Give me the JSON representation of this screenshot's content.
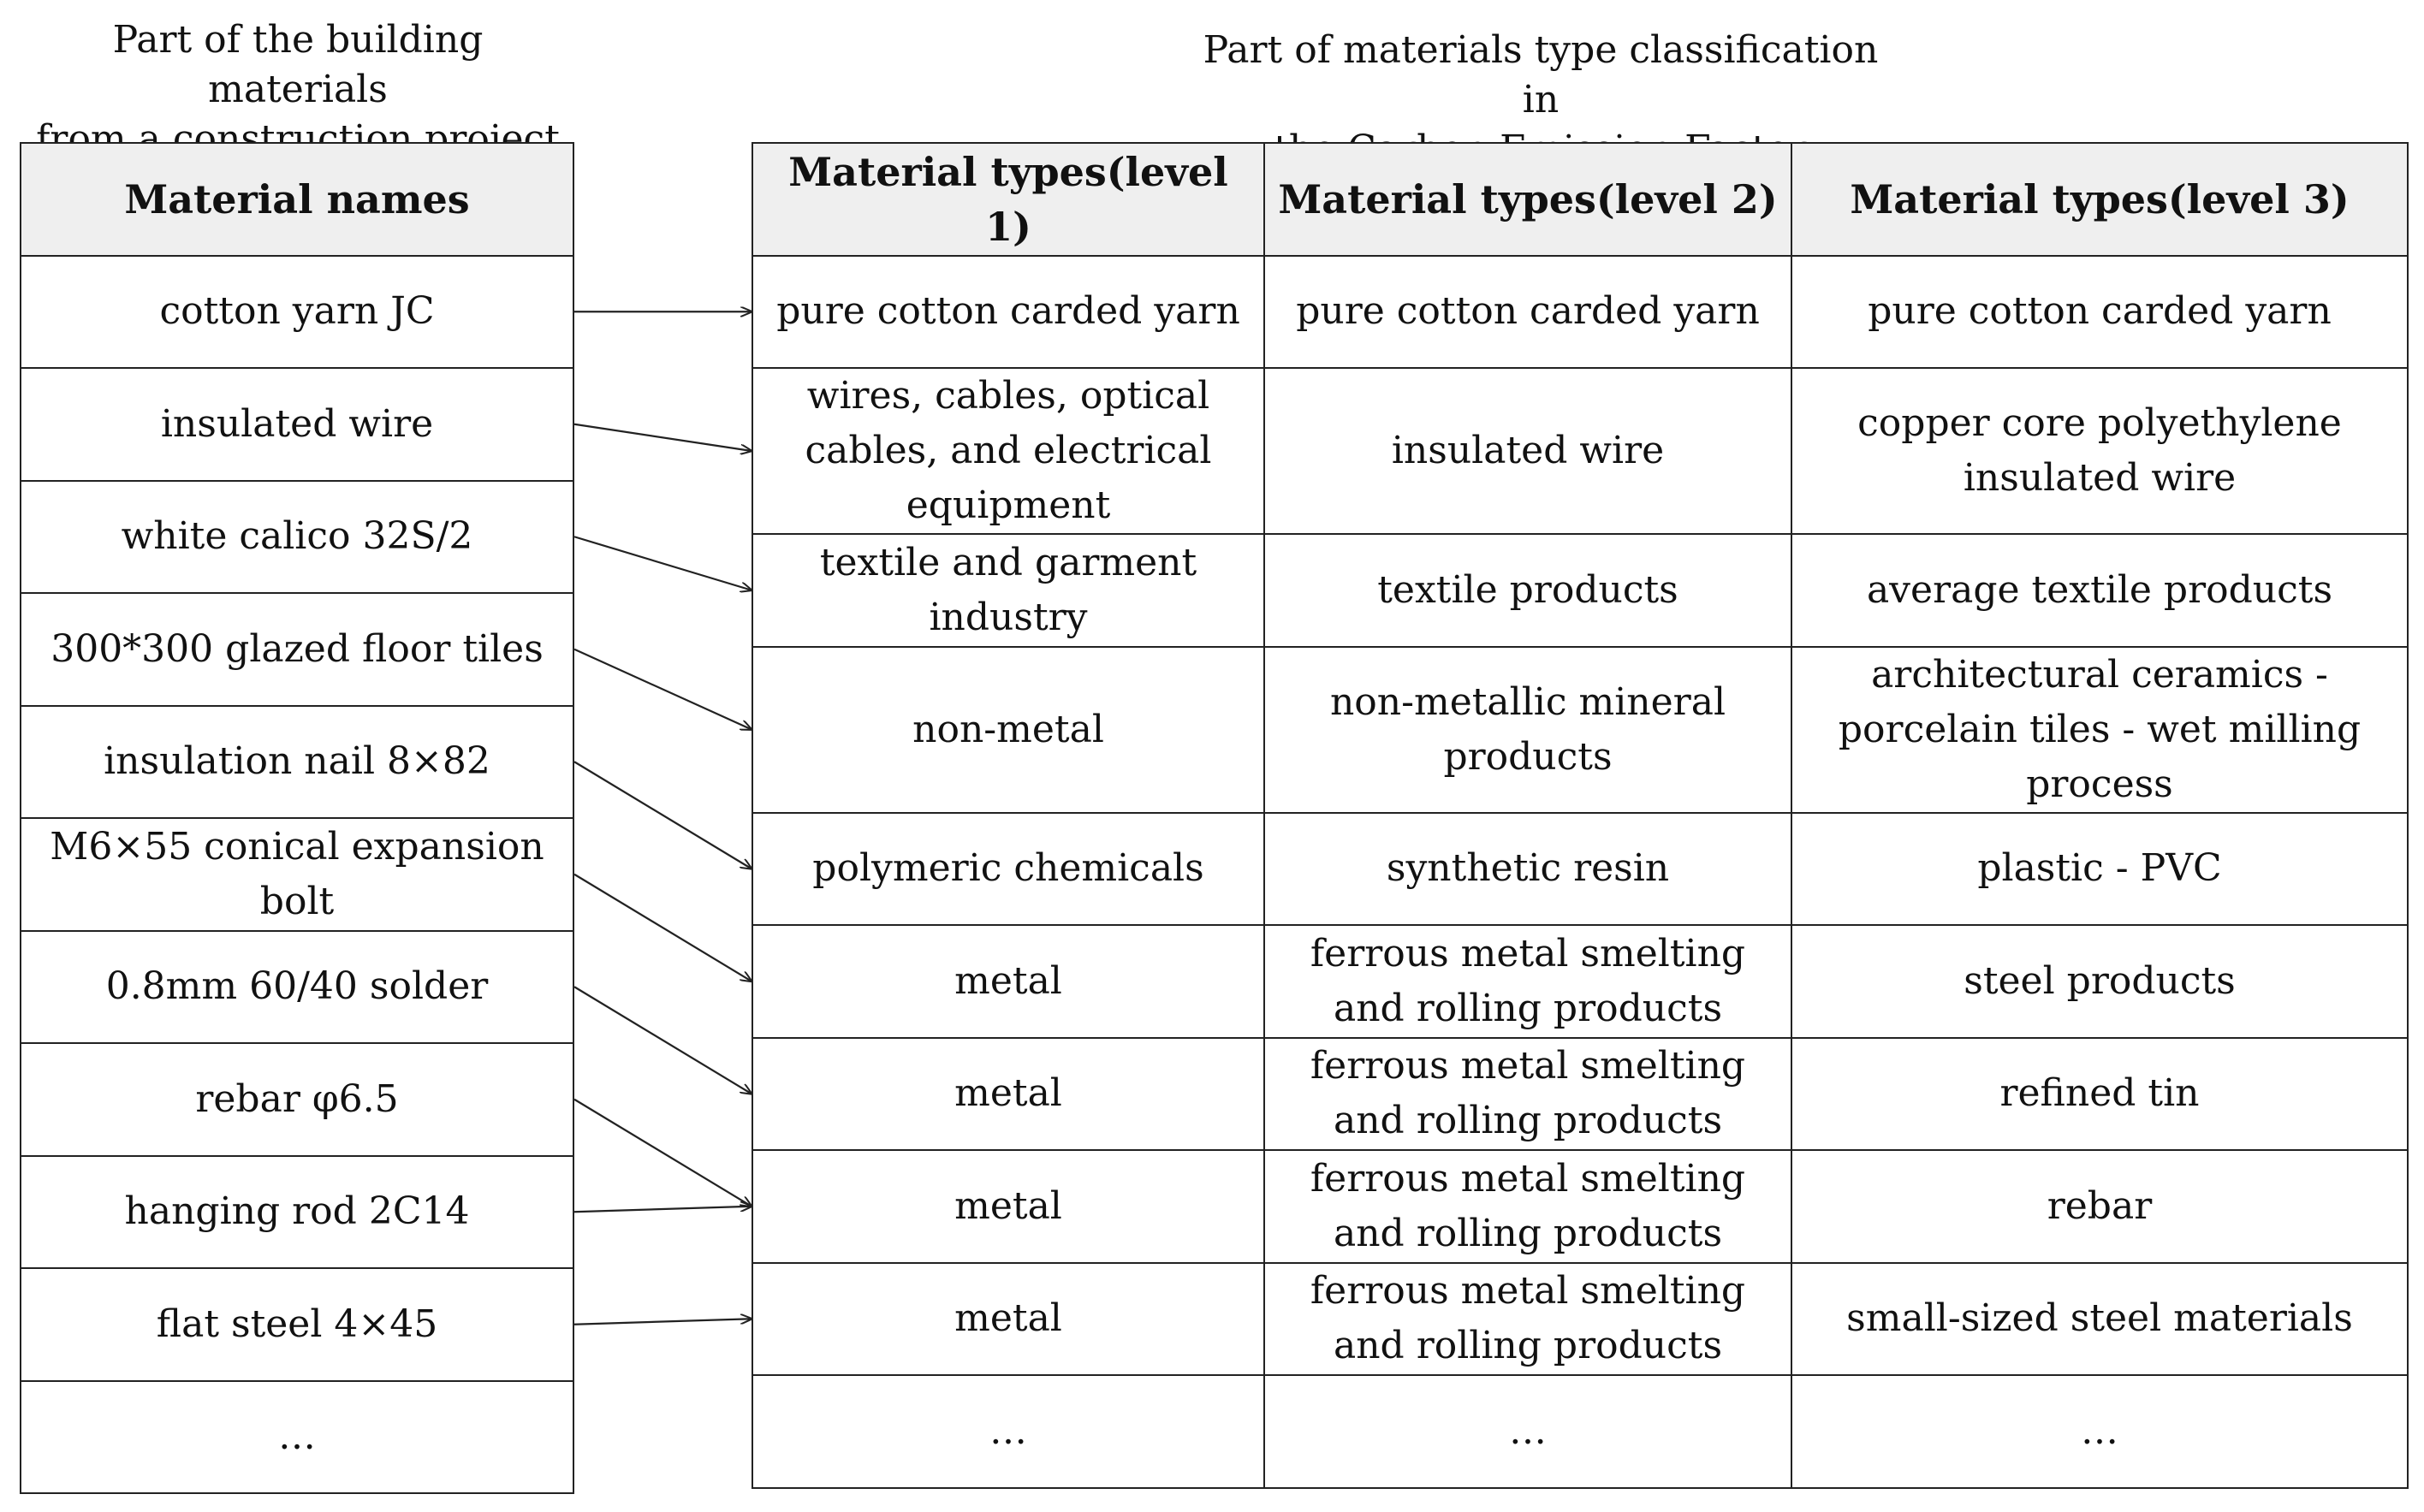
{
  "captions": {
    "left": [
      "Part of the building materials",
      "from a construction project"
    ],
    "right": [
      "Part of materials type classification in",
      "the Carbon Emission Factor Database"
    ]
  },
  "left_table": {
    "header": "Material names",
    "rows": [
      "cotton yarn JC",
      "insulated wire",
      "white calico 32S/2",
      "300*300 glazed floor tiles",
      "insulation nail 8×82",
      "M6×55 conical expansion bolt",
      "0.8mm 60/40 solder",
      "rebar φ6.5",
      "hanging rod 2C14",
      "flat steel 4×45",
      "…"
    ]
  },
  "right_table": {
    "headers": [
      "Material types(level 1)",
      "Material types(level 2)",
      "Material types(level 3)"
    ],
    "rows": [
      [
        "pure cotton carded yarn",
        "pure cotton carded yarn",
        "pure cotton carded yarn"
      ],
      [
        "wires, cables, optical cables, and electrical equipment",
        "insulated wire",
        "copper core polyethylene insulated wire"
      ],
      [
        "textile and garment industry",
        "textile products",
        "average textile products"
      ],
      [
        "non-metal",
        "non-metallic mineral products",
        "architectural ceramics - porcelain tiles - wet milling process"
      ],
      [
        "polymeric chemicals",
        "synthetic resin",
        "plastic - PVC"
      ],
      [
        "metal",
        "ferrous metal smelting and rolling products",
        "steel products"
      ],
      [
        "metal",
        "ferrous metal smelting and rolling products",
        "refined tin"
      ],
      [
        "metal",
        "ferrous metal smelting and rolling products",
        "rebar"
      ],
      [
        "metal",
        "ferrous metal smelting and rolling products",
        "small-sized steel materials"
      ],
      [
        "…",
        "…",
        "…"
      ]
    ]
  },
  "mappings": [
    {
      "from": 0,
      "to": 0
    },
    {
      "from": 1,
      "to": 1
    },
    {
      "from": 2,
      "to": 2
    },
    {
      "from": 3,
      "to": 3
    },
    {
      "from": 4,
      "to": 4
    },
    {
      "from": 5,
      "to": 5
    },
    {
      "from": 6,
      "to": 6
    },
    {
      "from": 7,
      "to": 7
    },
    {
      "from": 8,
      "to": 7
    },
    {
      "from": 9,
      "to": 8
    }
  ]
}
